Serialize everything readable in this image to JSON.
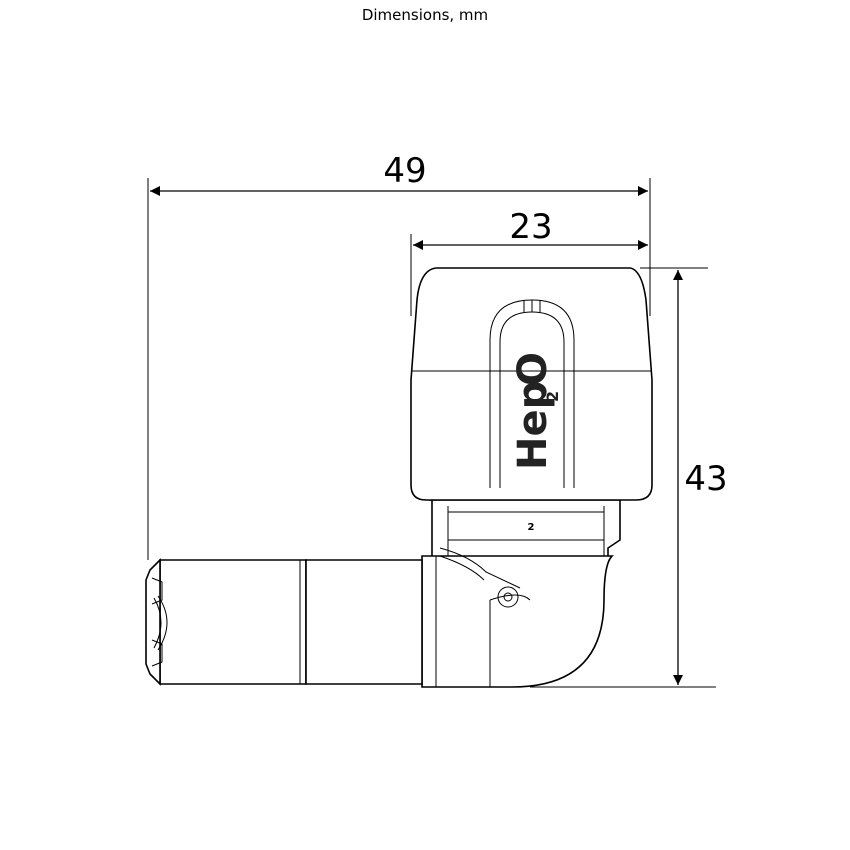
{
  "title": "Dimensions, mm",
  "dimensions": {
    "overall_width": "49",
    "cap_width": "23",
    "height": "43"
  },
  "logo": {
    "text": "Hep",
    "o_letter": "O",
    "subscript": "2"
  },
  "body_mark": "2"
}
